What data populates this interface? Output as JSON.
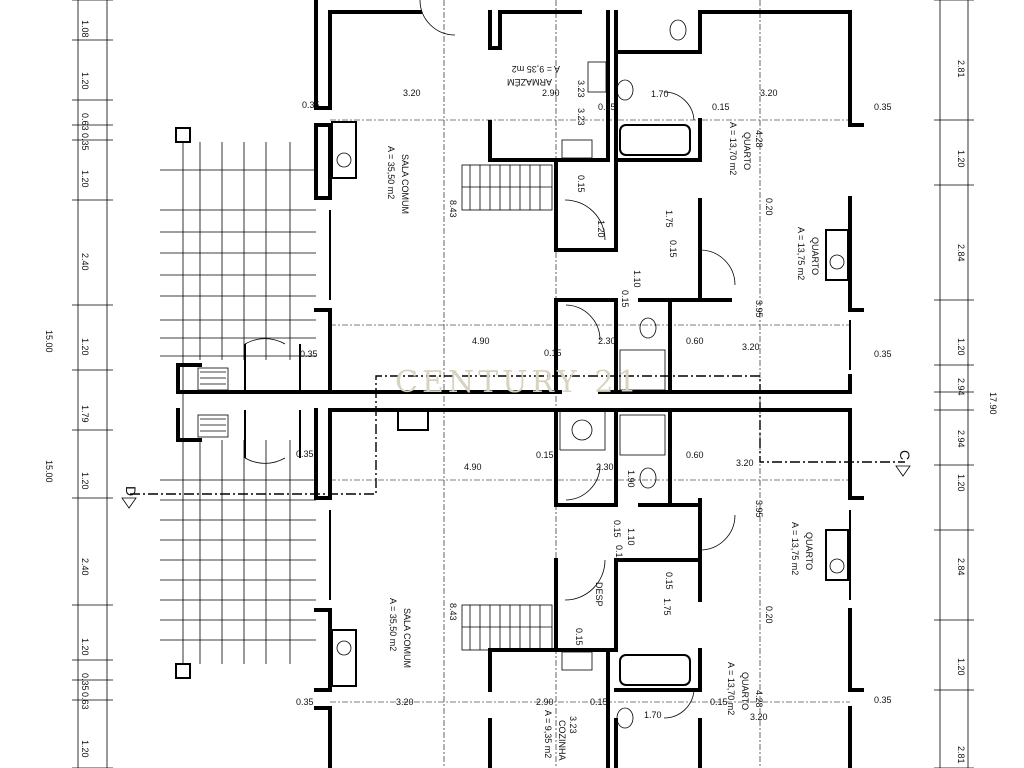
{
  "watermark": "CENTURY 21",
  "section_marks": {
    "left": "D",
    "right": "C"
  },
  "left_dimensions": [
    "1.08",
    "1.20",
    "0.63",
    "0.35",
    "1.20",
    "2.40",
    "1.20",
    "1.79",
    "1.20",
    "2.40",
    "1.20",
    "0.35",
    "0.63",
    "1.20"
  ],
  "left_totals": [
    "15.00",
    "15.00"
  ],
  "right_dimensions": [
    "2.81",
    "1.20",
    "2.84",
    "1.20",
    "2.94",
    "2.94",
    "1.20",
    "2.84",
    "1.20",
    "2.81"
  ],
  "right_total": "17.90",
  "upper_unit": {
    "rooms": [
      {
        "name": "ARMAZÉM",
        "area": "A = 9,35 m2"
      },
      {
        "name": "SALA COMUM",
        "area": "A = 35,50 m2"
      },
      {
        "name": "QUARTO",
        "area": "A = 13,70 m2"
      },
      {
        "name": "QUARTO",
        "area": "A = 13,75 m2"
      }
    ],
    "dims": [
      "3.20",
      "2.90",
      "3.23",
      "0.15",
      "1.70",
      "0.15",
      "3.20",
      "4.28",
      "0.20",
      "3.95",
      "0.35",
      "0.35",
      "0.35",
      "0.35",
      "8.43",
      "1.75",
      "0.15",
      "1.20",
      "1.10",
      "0.15",
      "4.90",
      "0.15",
      "2.30",
      "0.60",
      "3.20",
      "3.23",
      "0.15"
    ]
  },
  "lower_unit": {
    "rooms": [
      {
        "name": "COZINHA",
        "area": "A = 9,35 m2"
      },
      {
        "name": "SALA COMUM",
        "area": "A = 35,50 m2"
      },
      {
        "name": "QUARTO",
        "area": "A = 13,70 m2"
      },
      {
        "name": "QUARTO",
        "area": "A = 13,75 m2"
      }
    ],
    "desp_label": "DESP",
    "dims": [
      "4.90",
      "0.15",
      "2.30",
      "1.90",
      "0.60",
      "3.20",
      "0.35",
      "3.95",
      "0.15",
      "1.10",
      "0.15",
      "1.75",
      "0.15",
      "8.43",
      "0.15",
      "0.20",
      "4.28",
      "0.35",
      "3.20",
      "2.90",
      "0.15",
      "1.70",
      "0.15",
      "3.20",
      "0.35",
      "3.23"
    ]
  }
}
